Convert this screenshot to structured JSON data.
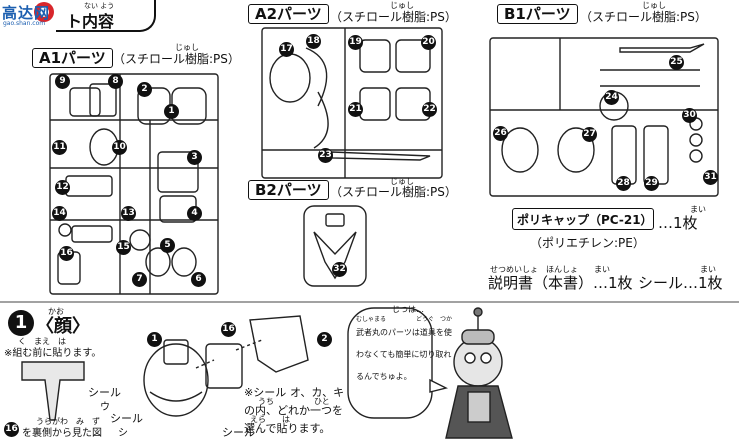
{
  "header": {
    "logo_text": "高达网",
    "logo_url": "gao.shan.com",
    "title": "ト内容",
    "title_ruby": "ない よう"
  },
  "sprues": {
    "a1": {
      "label": "A1パーツ",
      "material": "（スチロール樹脂:PS）",
      "ruby": "じゅし",
      "parts": [
        "9",
        "8",
        "2",
        "3",
        "11",
        "10",
        "12",
        "14",
        "13",
        "4",
        "15",
        "16",
        "5",
        "7",
        "6",
        "1"
      ]
    },
    "a2": {
      "label": "A2パーツ",
      "material": "（スチロール樹脂:PS）",
      "ruby": "じゅし",
      "parts": [
        "17",
        "18",
        "19",
        "20",
        "21",
        "22",
        "23"
      ]
    },
    "b1": {
      "label": "B1パーツ",
      "material": "（スチロール樹脂:PS）",
      "ruby": "じゅし",
      "parts": [
        "25",
        "24",
        "30",
        "26",
        "27",
        "28",
        "29",
        "31"
      ]
    },
    "b2": {
      "label": "B2パーツ",
      "material": "（スチロール樹脂:PS）",
      "ruby": "じゅし",
      "parts": [
        "32"
      ]
    }
  },
  "extras": {
    "polycap_label": "ポリキャップ（PC-21）",
    "polycap_qty": "…1枚",
    "polycap_qty_ruby": "まい",
    "polycap_material": "（ポリエチレン:PE）",
    "manual": "説明書（本書）…1枚",
    "manual_ruby": "せつめいしょ　ほんしょ　　まい",
    "sticker": "シール…1枚",
    "sticker_ruby": "まい"
  },
  "step": {
    "number": "1",
    "title": "〈顔〉",
    "title_ruby": "かお",
    "note_before": "※組む前に貼ります。",
    "note_before_ruby": "く　まえ　は",
    "sticker_u_label": "シール",
    "sticker_u_mark": "ウ",
    "back_view_part": "16",
    "back_view_text": "を裏側から見た図",
    "back_view_ruby": "うらがわ　み　ず",
    "sticker_shi_1": "シール",
    "sticker_shi_2": "シール",
    "sticker_shi_mark": "シ",
    "part_1": "1",
    "part_16": "16",
    "part_2": "2",
    "choice_note_1": "※シール",
    "choice_marks": "オ、カ、キ",
    "choice_note_2": "の内、どれか一つを",
    "choice_note_3": "選んで貼ります。",
    "choice_ruby": "うち　　　　　ひと",
    "choice_ruby_2": "えら　　は",
    "speech": [
      "武者丸のパーツは道具を使",
      "わなくても簡単に切り取れ",
      "るんでちゅよ。"
    ],
    "speech_aside": "じつは…",
    "speech_ruby": "むしゃまる　　　　　どうぐ　つか"
  }
}
